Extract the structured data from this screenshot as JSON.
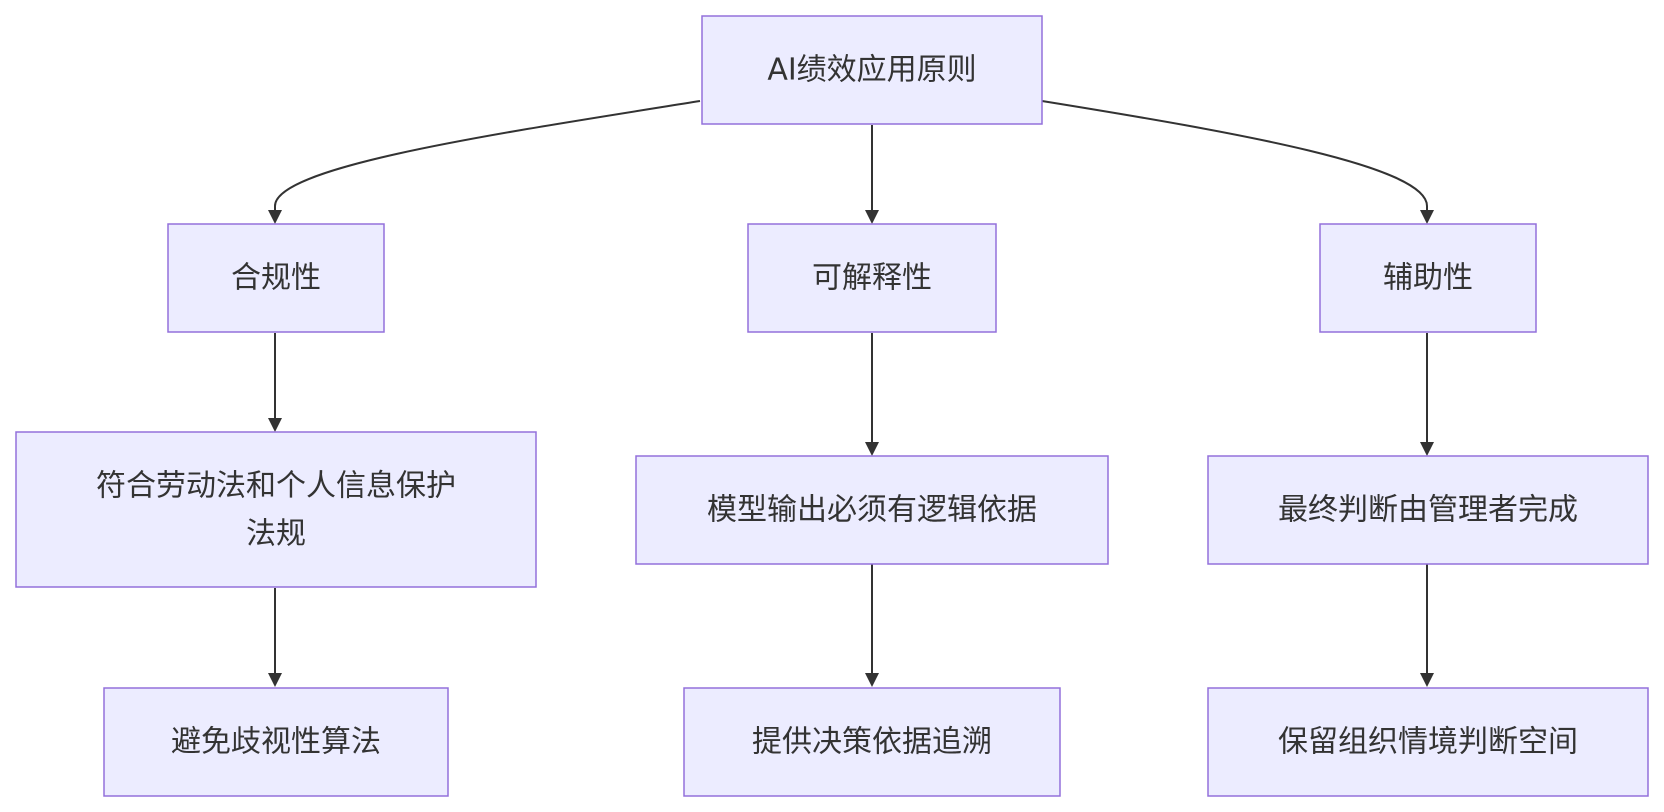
{
  "diagram": {
    "type": "flowchart",
    "colors": {
      "node_fill": "#ececff",
      "node_border": "#9370db",
      "text": "#333333",
      "edge": "#333333"
    },
    "nodes": {
      "root": {
        "label": "AI绩效应用原则"
      },
      "compliance": {
        "label": "合规性"
      },
      "explainability": {
        "label": "可解释性"
      },
      "assistive": {
        "label": "辅助性"
      },
      "compliance_rule": {
        "line1": "符合劳动法和个人信息保护",
        "line2": "法规"
      },
      "avoid_bias": {
        "label": "避免歧视性算法"
      },
      "logic_basis": {
        "label": "模型输出必须有逻辑依据"
      },
      "traceability": {
        "label": "提供决策依据追溯"
      },
      "manager_final": {
        "label": "最终判断由管理者完成"
      },
      "context_space": {
        "label": "保留组织情境判断空间"
      }
    },
    "edges": [
      {
        "from": "root",
        "to": "compliance"
      },
      {
        "from": "root",
        "to": "explainability"
      },
      {
        "from": "root",
        "to": "assistive"
      },
      {
        "from": "compliance",
        "to": "compliance_rule"
      },
      {
        "from": "compliance_rule",
        "to": "avoid_bias"
      },
      {
        "from": "explainability",
        "to": "logic_basis"
      },
      {
        "from": "logic_basis",
        "to": "traceability"
      },
      {
        "from": "assistive",
        "to": "manager_final"
      },
      {
        "from": "manager_final",
        "to": "context_space"
      }
    ]
  }
}
